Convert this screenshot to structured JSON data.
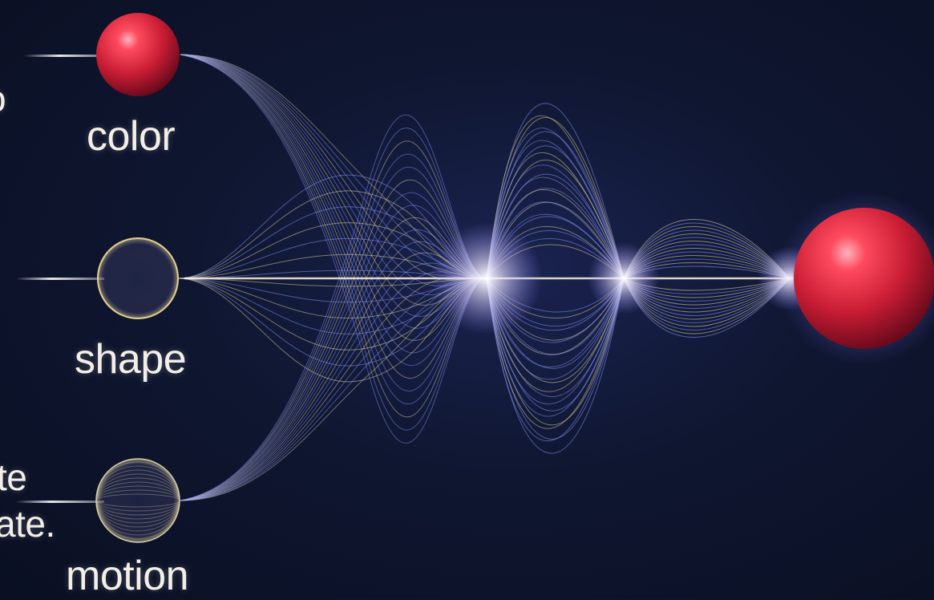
{
  "labels": {
    "color": "color",
    "shape": "shape",
    "motion": "motion"
  },
  "cropped_text": [
    "o",
    "te",
    "ate."
  ],
  "colors": {
    "background": "#0d1329",
    "sphere_red": "#d0263a",
    "wave_gold": "#e8d9a0",
    "wave_blue": "#8d9cff",
    "glow_white": "#ffffff"
  }
}
